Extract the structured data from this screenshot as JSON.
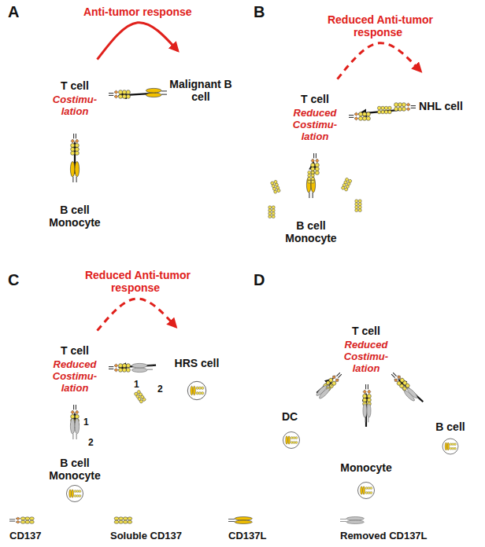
{
  "diagram": {
    "nodes": [
      {
        "text": [
          "T cell",
          "Costimu-lation"
        ]
      },
      {
        "text": [
          "Malignant B cell"
        ]
      },
      {
        "text": [
          "B cell Monocyte"
        ]
      },
      {
        "text": [
          "T cell",
          "Reduced Costimu-lation"
        ]
      },
      {
        "text": [
          "NHL cell"
        ]
      },
      {
        "text": [
          "B cell Monocyte"
        ]
      },
      {
        "text": [
          "T cell",
          "Reduced Costimu-lation"
        ]
      },
      {
        "text": [
          "HRS cell"
        ]
      },
      {
        "text": [
          "B cell Monocyte"
        ]
      },
      {
        "text": [
          "DC"
        ]
      },
      {
        "text": [
          "T cell",
          "Reduced Costimu-lation"
        ]
      },
      {
        "text": [
          "Monocyte"
        ]
      },
      {
        "text": [
          "B cell"
        ]
      }
    ],
    "edges": [
      {
        "from": 0,
        "to": 1,
        "arrow": "to",
        "label": "Anti-tumor response"
      },
      {
        "from": 2,
        "to": 0,
        "arrow": "to"
      },
      {
        "from": 1,
        "to": 0,
        "arrow": "to"
      },
      {
        "from": 3,
        "to": 4,
        "arrow": "to",
        "label": "Reduced Anti-tumor response"
      },
      {
        "from": 5,
        "to": 3,
        "arrow": "to"
      },
      {
        "from": 4,
        "to": 3,
        "arrow": "to"
      },
      {
        "from": 6,
        "to": 7,
        "arrow": "to",
        "label": "Reduced Anti-tumor response"
      },
      {
        "from": 8,
        "to": 6,
        "arrow": "to"
      },
      {
        "from": 7,
        "to": 6,
        "arrow": "to"
      },
      {
        "from": 9,
        "to": 10,
        "arrow": "to"
      },
      {
        "from": 11,
        "to": 10,
        "arrow": "to"
      },
      {
        "from": 12,
        "to": 10,
        "arrow": "to"
      }
    ],
    "labels": [
      "A",
      "B",
      "C",
      "D",
      "1",
      "2",
      "1",
      "2"
    ],
    "legend": [
      {
        "text": "CD137"
      },
      {
        "text": "Soluble CD137"
      },
      {
        "text": "CD137L"
      },
      {
        "text": "Removed CD137L"
      }
    ]
  }
}
